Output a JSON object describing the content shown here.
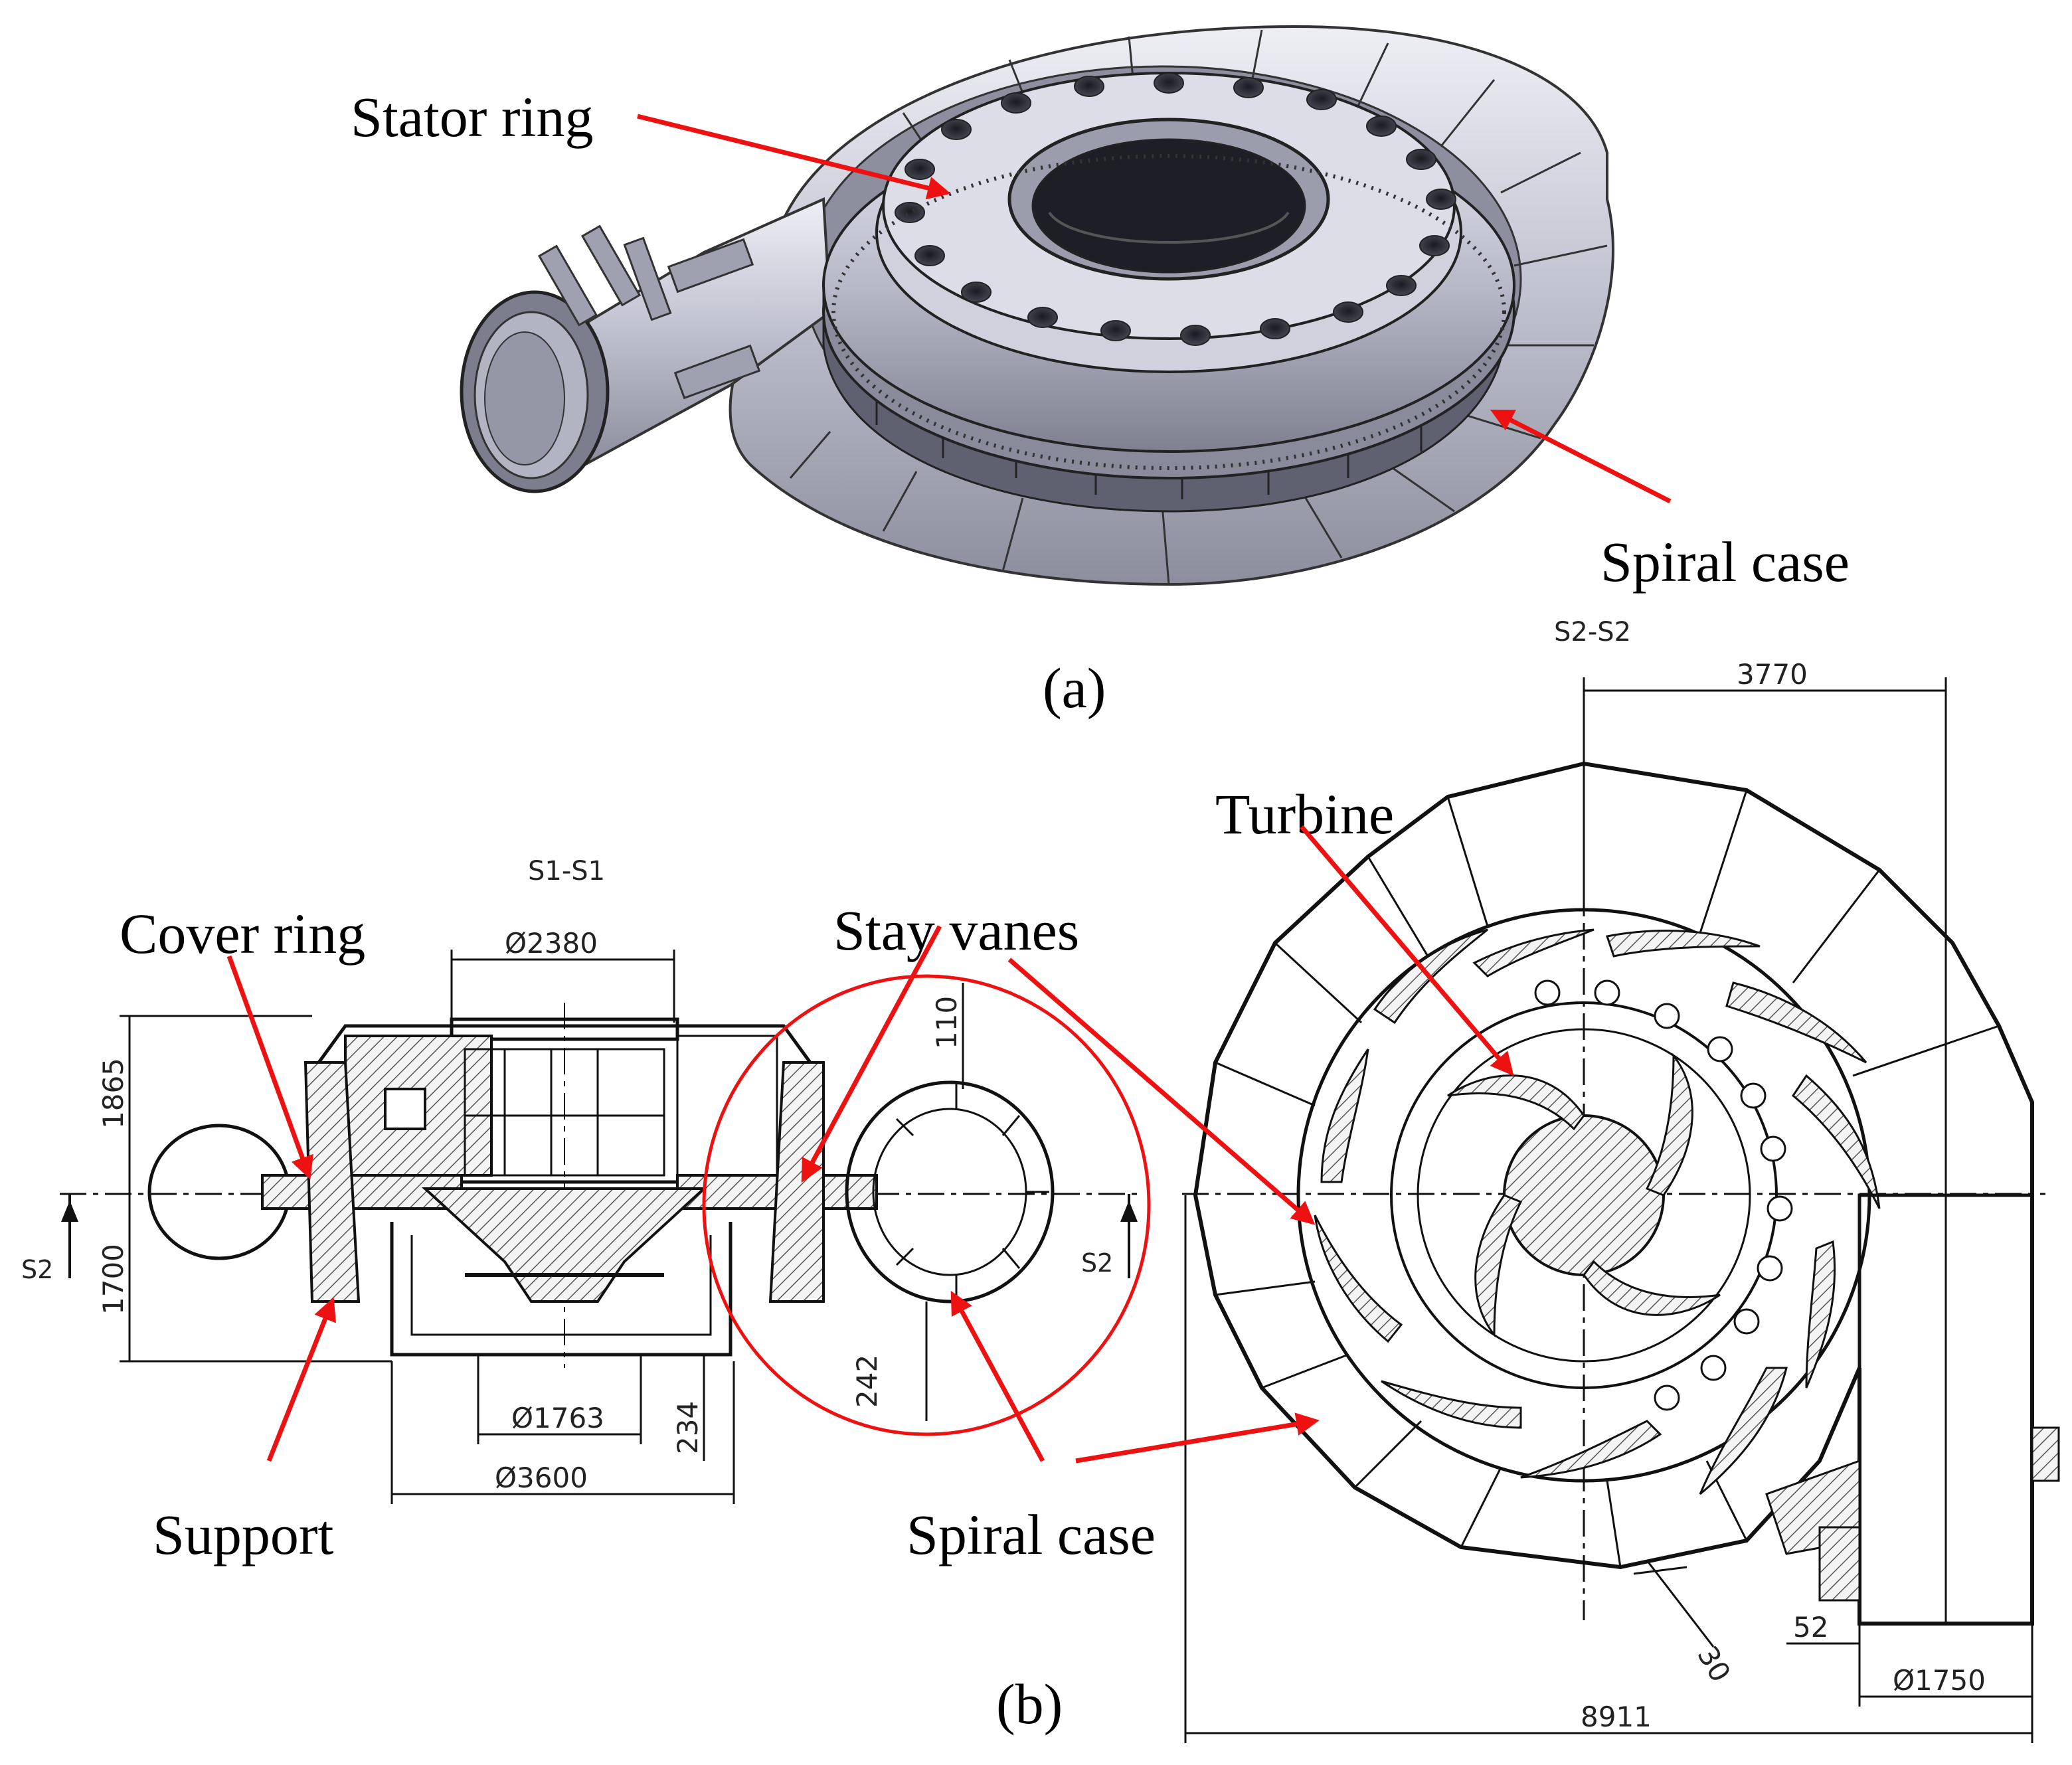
{
  "panel_a": {
    "caption": "(a)",
    "labels": {
      "stator_ring": "Stator ring",
      "spiral_case": "Spiral case"
    }
  },
  "panel_b": {
    "caption": "(b)",
    "labels": {
      "cover_ring": "Cover ring",
      "stay_vanes": "Stay vanes",
      "turbine": "Turbine",
      "support": "Support",
      "spiral_case": "Spiral case"
    },
    "section_s1": {
      "title": "S1-S1",
      "dims": {
        "d2380": "Ø2380",
        "h1865": "1865",
        "h1700": "1700",
        "d1763": "Ø1763",
        "d3600": "Ø3600",
        "h234": "234",
        "v110": "110",
        "v242": "242"
      },
      "section_marks": [
        "S2",
        "S2"
      ]
    },
    "section_s2": {
      "title": "S2-S2",
      "dims": {
        "w3770": "3770",
        "w8911": "8911",
        "t30": "30",
        "t52": "52",
        "d1750": "Ø1750"
      }
    }
  },
  "colors": {
    "arrow": "#ee1111",
    "ink": "#111111",
    "metal_light": "#c9cad6",
    "metal_mid": "#a3a4b4",
    "metal_dark": "#5a5b68",
    "hatch": "#555555"
  }
}
